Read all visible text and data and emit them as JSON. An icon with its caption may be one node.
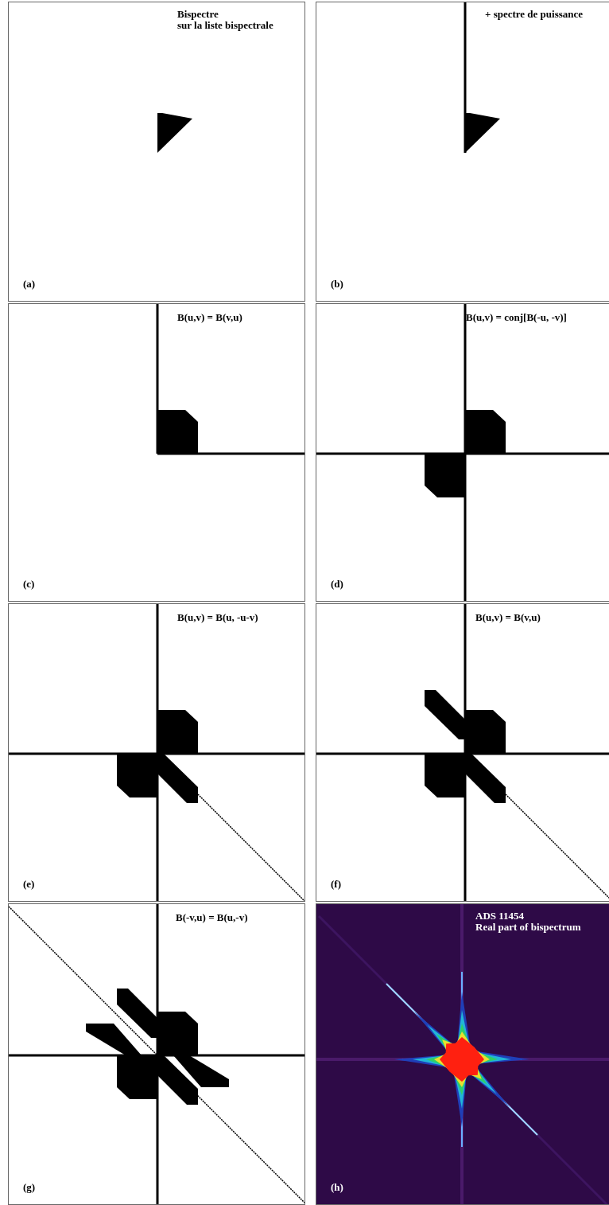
{
  "diagram": {
    "nodes": [
      {
        "text": [
          "Bispectre",
          "sur la liste bispectrale",
          "(a)"
        ]
      },
      {
        "text": [
          "+ spectre de puissance",
          "(b)"
        ]
      },
      {
        "text": [
          "B(u,v) = B(v,u)",
          "(c)"
        ]
      },
      {
        "text": [
          "B(u,v) = conj[B(-u, -v)]",
          "(d)"
        ]
      },
      {
        "text": [
          "B(u,v) = B(u, -u-v)",
          "(e)"
        ]
      },
      {
        "text": [
          "B(u,v) = B(v,u)",
          "(f)"
        ]
      },
      {
        "text": [
          "B(-v,u) = B(u,-v)",
          "(g)"
        ]
      },
      {
        "text": [
          "ADS 11454",
          "Real part of bispectrum",
          "(h)"
        ]
      }
    ]
  }
}
